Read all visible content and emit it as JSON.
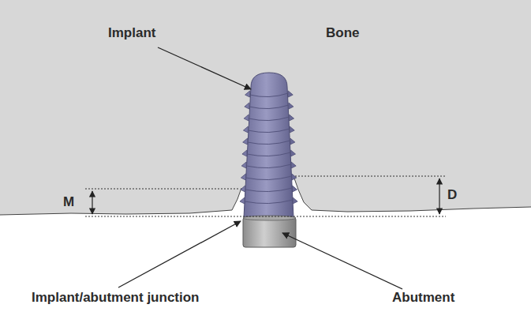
{
  "diagram": {
    "labels": [
      "Implant",
      "Bone",
      "M",
      "D",
      "Implant/abutment junction",
      "Abutment"
    ]
  }
}
